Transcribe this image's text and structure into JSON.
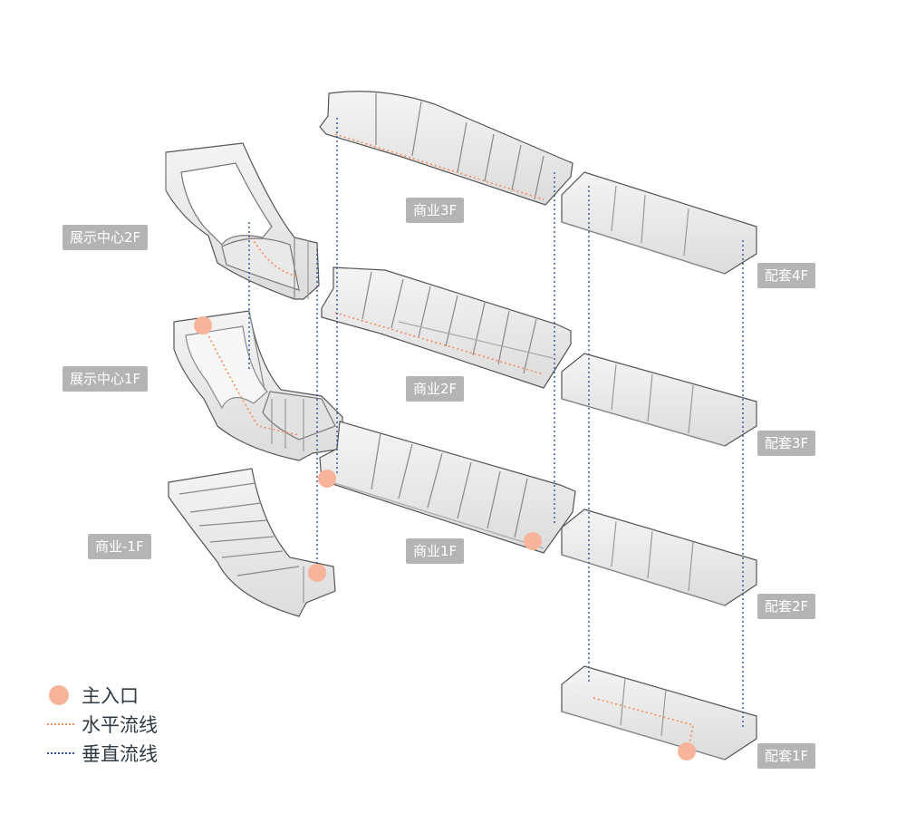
{
  "labels": {
    "exhibit_2f": "展示中心2F",
    "exhibit_1f": "展示中心1F",
    "commercial_b1": "商业-1F",
    "commercial_3f": "商业3F",
    "commercial_2f": "商业2F",
    "commercial_1f": "商业1F",
    "support_4f": "配套4F",
    "support_3f": "配套3F",
    "support_2f": "配套2F",
    "support_1f": "配套1F"
  },
  "legend": [
    {
      "symbol": "dot",
      "text": "主入口",
      "color": "#f7b49a"
    },
    {
      "symbol": "dotted-line",
      "text": "水平流线",
      "color": "#f28c61"
    },
    {
      "symbol": "dotted-line",
      "text": "垂直流线",
      "color": "#2f4f9a"
    }
  ],
  "colors": {
    "entrance": "#f7b49a",
    "horizontal": "#f28c61",
    "vertical": "#2f4f9a",
    "label_bg": "#b4b4b4",
    "floor_line": "#555555"
  }
}
